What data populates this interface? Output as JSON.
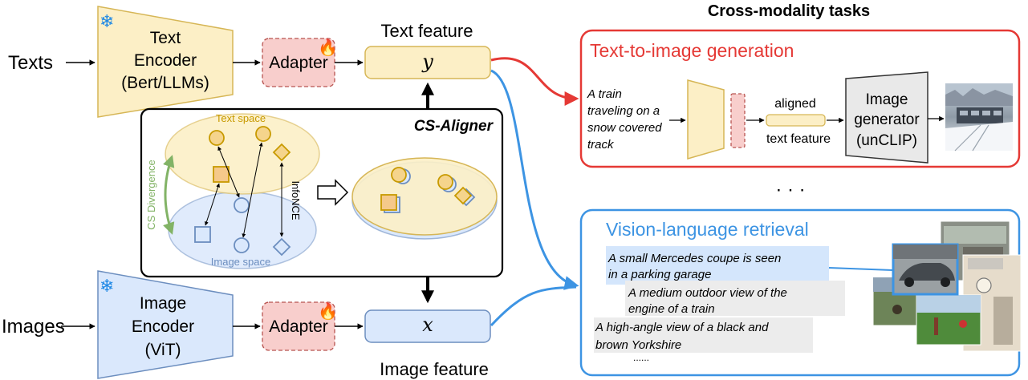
{
  "left": {
    "texts_label": "Texts",
    "images_label": "Images",
    "text_encoder": [
      "Text",
      "Encoder",
      "(Bert/LLMs)"
    ],
    "image_encoder": [
      "Image",
      "Encoder",
      "(ViT)"
    ],
    "adapter_label": "Adapter",
    "text_feature_label": "Text feature",
    "image_feature_label": "Image feature",
    "text_feature_symbol": "y",
    "image_feature_symbol": "x"
  },
  "aligner": {
    "title": "CS-Aligner",
    "text_space": "Text space",
    "image_space": "Image space",
    "cs_divergence": "CS Divergence",
    "infonce": "InfoNCE"
  },
  "tasks": {
    "heading": "Cross-modality tasks",
    "ellipsis": "· · ·",
    "t2i": {
      "title": "Text-to-image generation",
      "prompt_lines": [
        "A train",
        "traveling on a",
        "snow covered",
        "track"
      ],
      "aligned_label": "aligned",
      "feature_label": "text feature",
      "generator_lines": [
        "Image",
        "generator",
        "(unCLIP)"
      ]
    },
    "retrieval": {
      "title": "Vision-language retrieval",
      "captions": [
        {
          "lines": [
            "A small Mercedes coupe is seen",
            "in a parking garage"
          ]
        },
        {
          "lines": [
            "A medium outdoor view of the",
            "engine of a train"
          ]
        },
        {
          "lines": [
            "A high-angle view of a black and",
            "brown Yorkshire"
          ]
        }
      ],
      "more": "......"
    }
  },
  "colors": {
    "text_fill": "#fcefc6",
    "text_stroke": "#d6b656",
    "image_fill": "#dae8fc",
    "image_stroke": "#6c8ebf",
    "adapter_fill": "#f8cecc",
    "adapter_stroke": "#b85450",
    "red": "#e53935",
    "blue": "#3d94e3",
    "green": "#82b366",
    "gold_marker": "#c89a00"
  }
}
